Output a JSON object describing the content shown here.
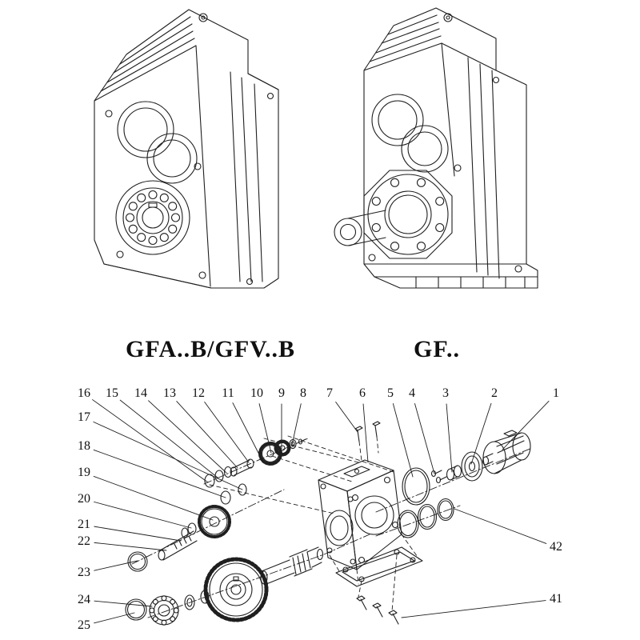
{
  "colors": {
    "background": "#ffffff",
    "line": "#1f1f1f"
  },
  "models": [
    {
      "label": "GFA..B/GFV..B"
    },
    {
      "label": "GF.."
    }
  ],
  "exploded_view": {
    "callouts_top": [
      "16",
      "15",
      "14",
      "13",
      "12",
      "11",
      "10",
      "9",
      "8",
      "7",
      "6",
      "5",
      "4",
      "3",
      "2",
      "1"
    ],
    "callouts_left": [
      "17",
      "18",
      "19",
      "20",
      "21",
      "22",
      "23",
      "24",
      "25"
    ],
    "callouts_right": [
      "42",
      "41"
    ]
  }
}
